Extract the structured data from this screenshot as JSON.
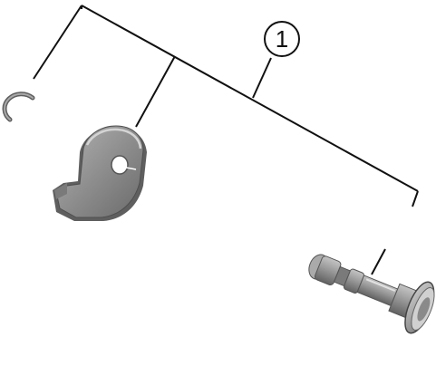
{
  "diagram": {
    "callouts": [
      {
        "number": "1"
      }
    ],
    "parts": [
      {
        "name": "snap-ring"
      },
      {
        "name": "cable-hook-plate"
      },
      {
        "name": "adjusting-bolt"
      }
    ],
    "colors": {
      "line": "#111111",
      "part_fill": "#9a9a9a",
      "part_shadow": "#6e6e6e",
      "part_highlight": "#c8c8c8"
    }
  }
}
